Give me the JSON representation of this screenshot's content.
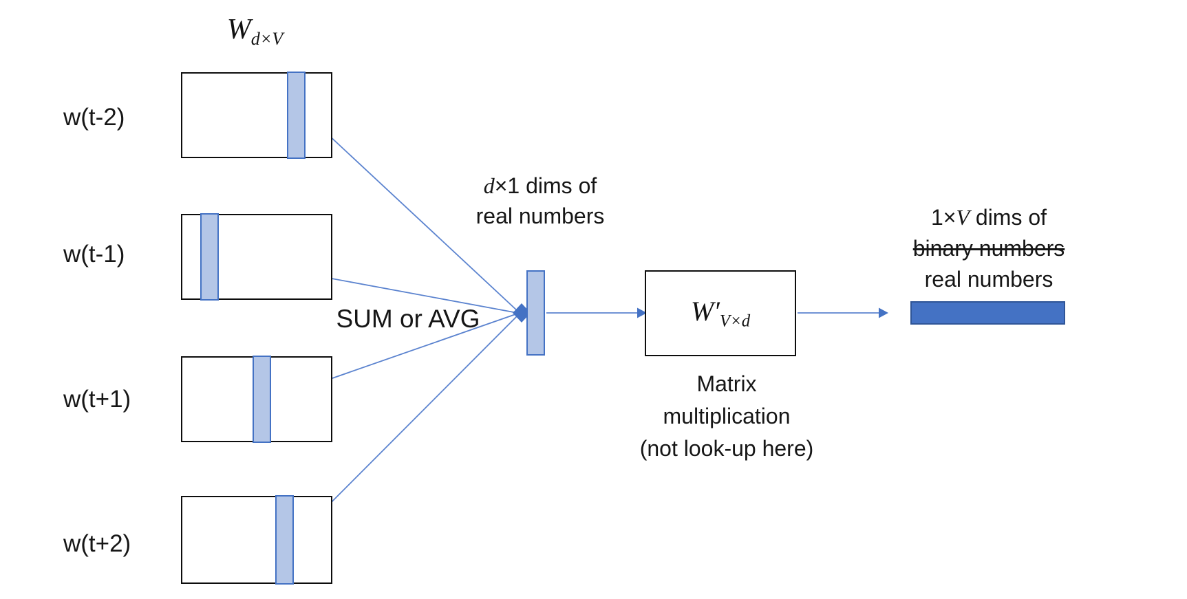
{
  "diagram": {
    "title": {
      "base": "W",
      "sub": "d×V"
    },
    "inputs": [
      {
        "label": "w(t-2)"
      },
      {
        "label": "w(t-1)"
      },
      {
        "label": "w(t+1)"
      },
      {
        "label": "w(t+2)"
      }
    ],
    "aggregate_label": "SUM or AVG",
    "hidden": {
      "dims_var": "d",
      "dims_rest": "×1 dims of",
      "line2": "real numbers"
    },
    "projection": {
      "base": "W′",
      "sub": "V×d",
      "caption_lines": [
        "Matrix",
        "multiplication",
        "(not look-up here)"
      ]
    },
    "output": {
      "dims_pre": "1×",
      "dims_var": "V",
      "dims_rest": " dims of",
      "struck_line": "binary numbers",
      "line3": "real numbers"
    },
    "colors": {
      "accent": "#4472c4",
      "light_fill": "#b4c6e7",
      "output_fill": "#4472c4",
      "output_border": "#2f5597",
      "outline": "#0d0d0d",
      "connector": "#5b83cf"
    }
  }
}
